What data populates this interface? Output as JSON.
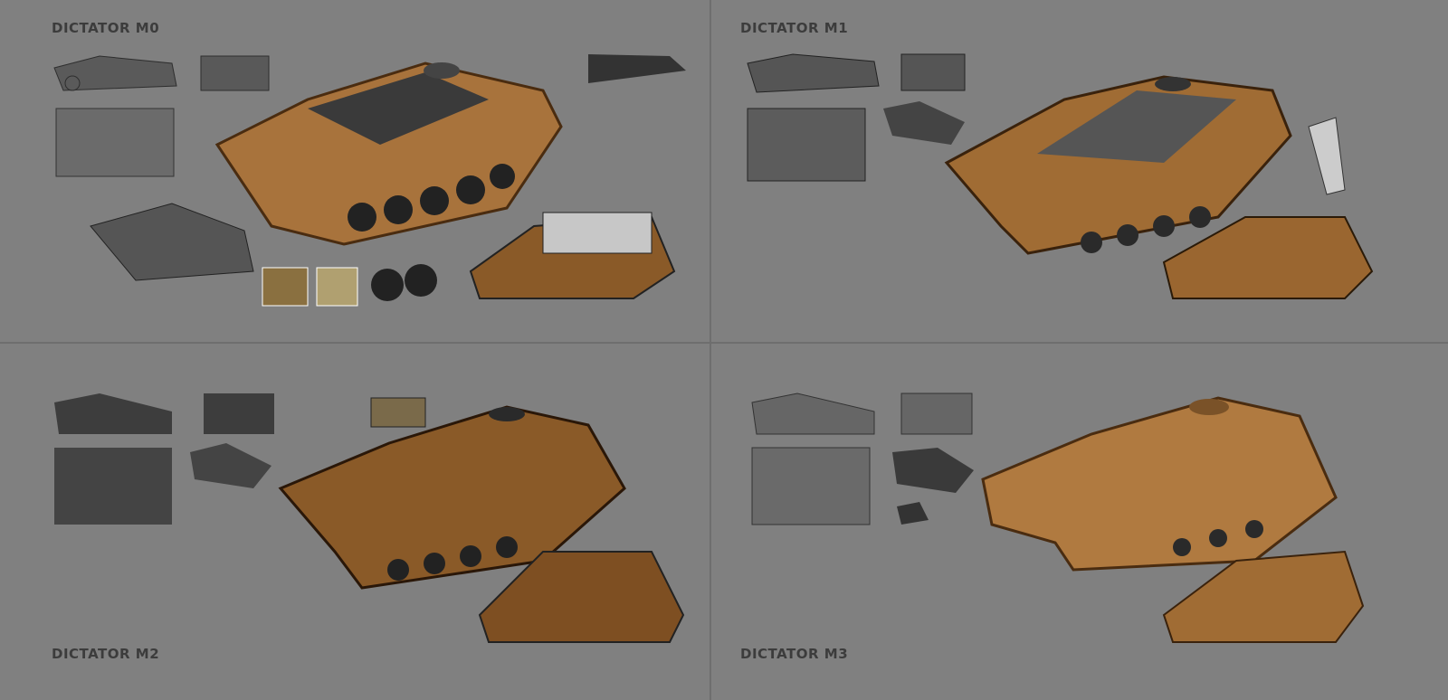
{
  "panels": [
    {
      "title": "DICTATOR M0"
    },
    {
      "title": "DICTATOR M1"
    },
    {
      "title": "DICTATOR M2"
    },
    {
      "title": "DICTATOR M3"
    }
  ],
  "colors": {
    "background": "#808080",
    "bronze": "#a8733c",
    "bronze_dark": "#5e3a17",
    "sketch": "#3a3a3a"
  }
}
